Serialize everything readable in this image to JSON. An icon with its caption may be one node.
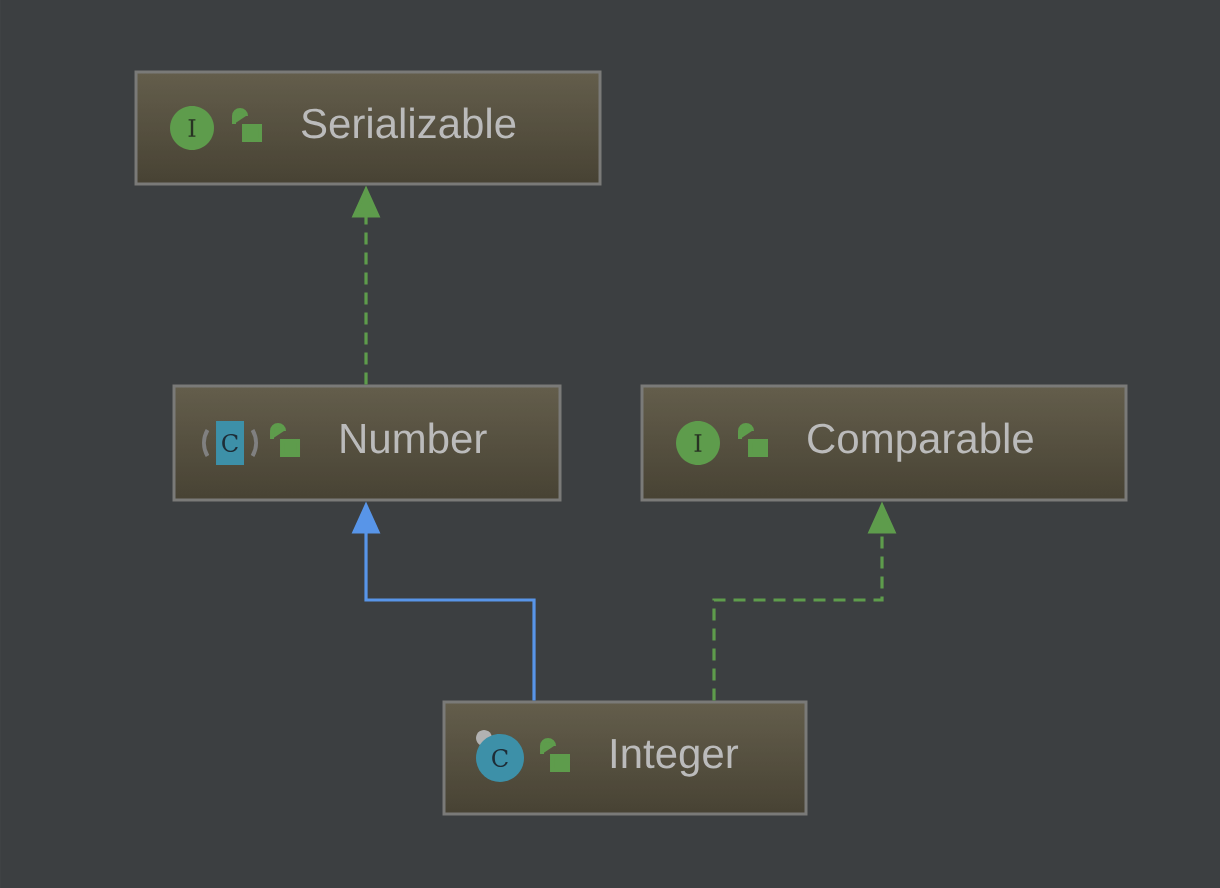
{
  "diagram": {
    "nodes": [
      {
        "text": [
          "Serializable"
        ]
      },
      {
        "text": [
          "Number"
        ]
      },
      {
        "text": [
          "Comparable"
        ]
      },
      {
        "text": [
          "Integer"
        ]
      }
    ],
    "edges": [
      {
        "from": 1,
        "to": 0,
        "arrow": "to",
        "style": "dashed"
      },
      {
        "from": 3,
        "to": 1,
        "arrow": "to",
        "color": "#5895e8"
      },
      {
        "from": 3,
        "to": 2,
        "arrow": "to",
        "style": "dashed"
      }
    ],
    "labels": [
      "I",
      "C",
      "I",
      "C"
    ]
  }
}
